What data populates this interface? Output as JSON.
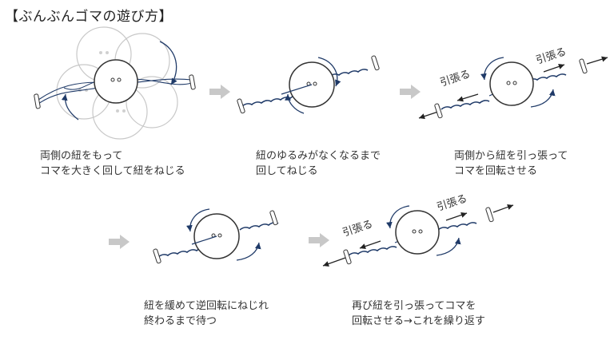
{
  "title": "【ぶんぶんゴマの遊び方】",
  "colors": {
    "string": "#1f3a68",
    "arrow": "#1f3a68",
    "step_arrow": "#c8c8c8",
    "outline": "#333333"
  },
  "steps": [
    {
      "caption": [
        "両側の紐をもって",
        "コマを大きく回して紐をねじる"
      ]
    },
    {
      "caption": [
        "紐のゆるみがなくなるまで",
        "回してねじる"
      ]
    },
    {
      "caption": [
        "両側から紐を引っ張って",
        "コマを回転させる"
      ],
      "pull_label": "引張る"
    },
    {
      "caption": [
        "紐を緩めて逆回転にねじれ",
        "終わるまで待つ"
      ]
    },
    {
      "caption": [
        "再び紐を引っ張ってコマを",
        "回転させる→これを繰り返す"
      ],
      "pull_label": "引張る"
    }
  ]
}
